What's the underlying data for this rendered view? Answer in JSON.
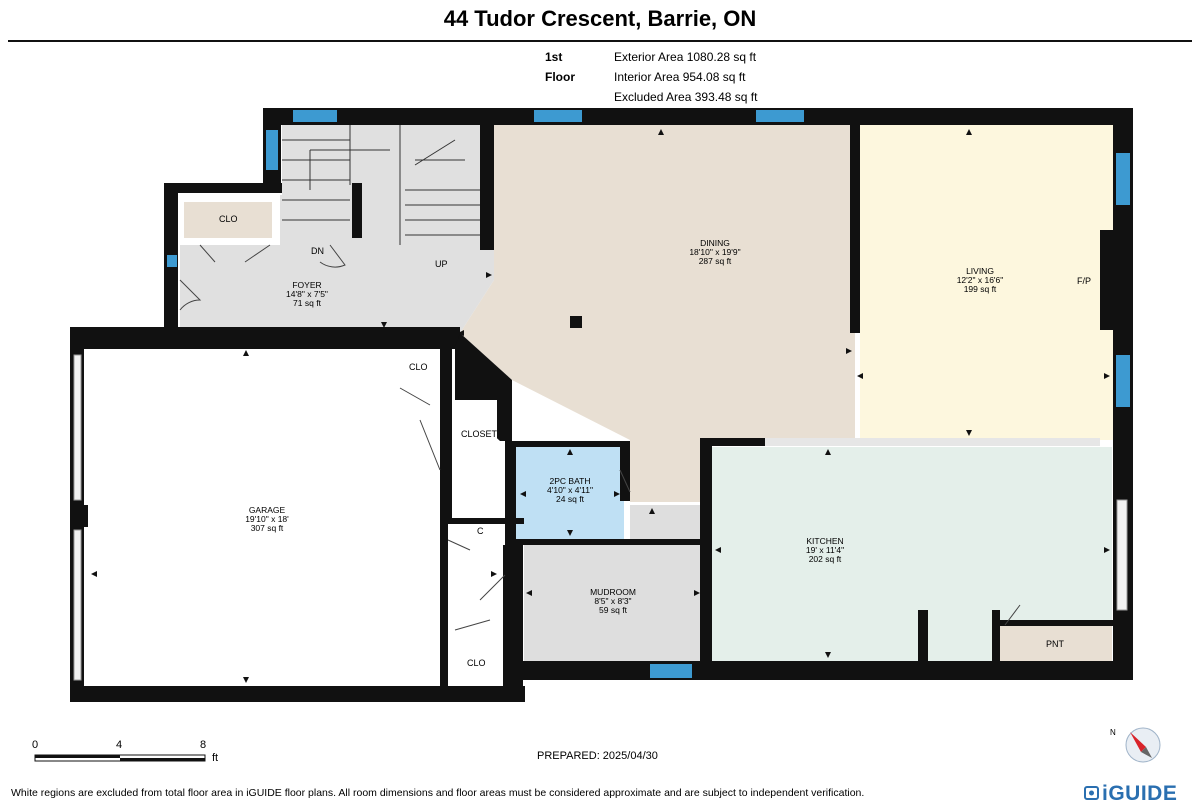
{
  "title": "44 Tudor Crescent, Barrie, ON",
  "floor_label": "1st Floor",
  "areas": {
    "exterior": "Exterior Area 1080.28 sq ft",
    "interior": "Interior Area 954.08 sq ft",
    "excluded": "Excluded Area 393.48 sq ft"
  },
  "rooms": {
    "dining": {
      "name": "DINING",
      "dims": "18'10\" x 19'9\"",
      "area": "287 sq ft"
    },
    "living": {
      "name": "LIVING",
      "dims": "12'2\" x 16'6\"",
      "area": "199 sq ft"
    },
    "foyer": {
      "name": "FOYER",
      "dims": "14'8\" x 7'5\"",
      "area": "71 sq ft"
    },
    "garage": {
      "name": "GARAGE",
      "dims": "19'10\" x 18'",
      "area": "307 sq ft"
    },
    "bath": {
      "name": "2PC BATH",
      "dims": "4'10\" x 4'11\"",
      "area": "24 sq ft"
    },
    "kitchen": {
      "name": "KITCHEN",
      "dims": "19' x 11'4\"",
      "area": "202 sq ft"
    },
    "mudroom": {
      "name": "MUDROOM",
      "dims": "8'5\" x 8'3\"",
      "area": "59 sq ft"
    }
  },
  "labels": {
    "clo": "CLO",
    "closet": "CLOSET",
    "c": "C",
    "pnt": "PNT",
    "fp": "F/P",
    "dn": "DN",
    "up": "UP"
  },
  "scale": {
    "t0": "0",
    "t1": "4",
    "t2": "8",
    "unit": "ft"
  },
  "compass": {
    "north": "N"
  },
  "prepared": "PREPARED: 2025/04/30",
  "footer": "White regions are excluded from total floor area in iGUIDE floor plans. All room dimensions and floor areas must be considered approximate and are subject to independent verification.",
  "brand": "iGUIDE",
  "colors": {
    "dining": "#e8dfd3",
    "living": "#fdf7de",
    "foyer": "#e0e0e0",
    "kitchen": "#e4efea",
    "bath": "#bfe0f4",
    "mudroom": "#dedede",
    "pantry": "#e8dfd3",
    "wall": "#111111",
    "window": "#3d9ad1",
    "brand": "#2a6fb0"
  }
}
